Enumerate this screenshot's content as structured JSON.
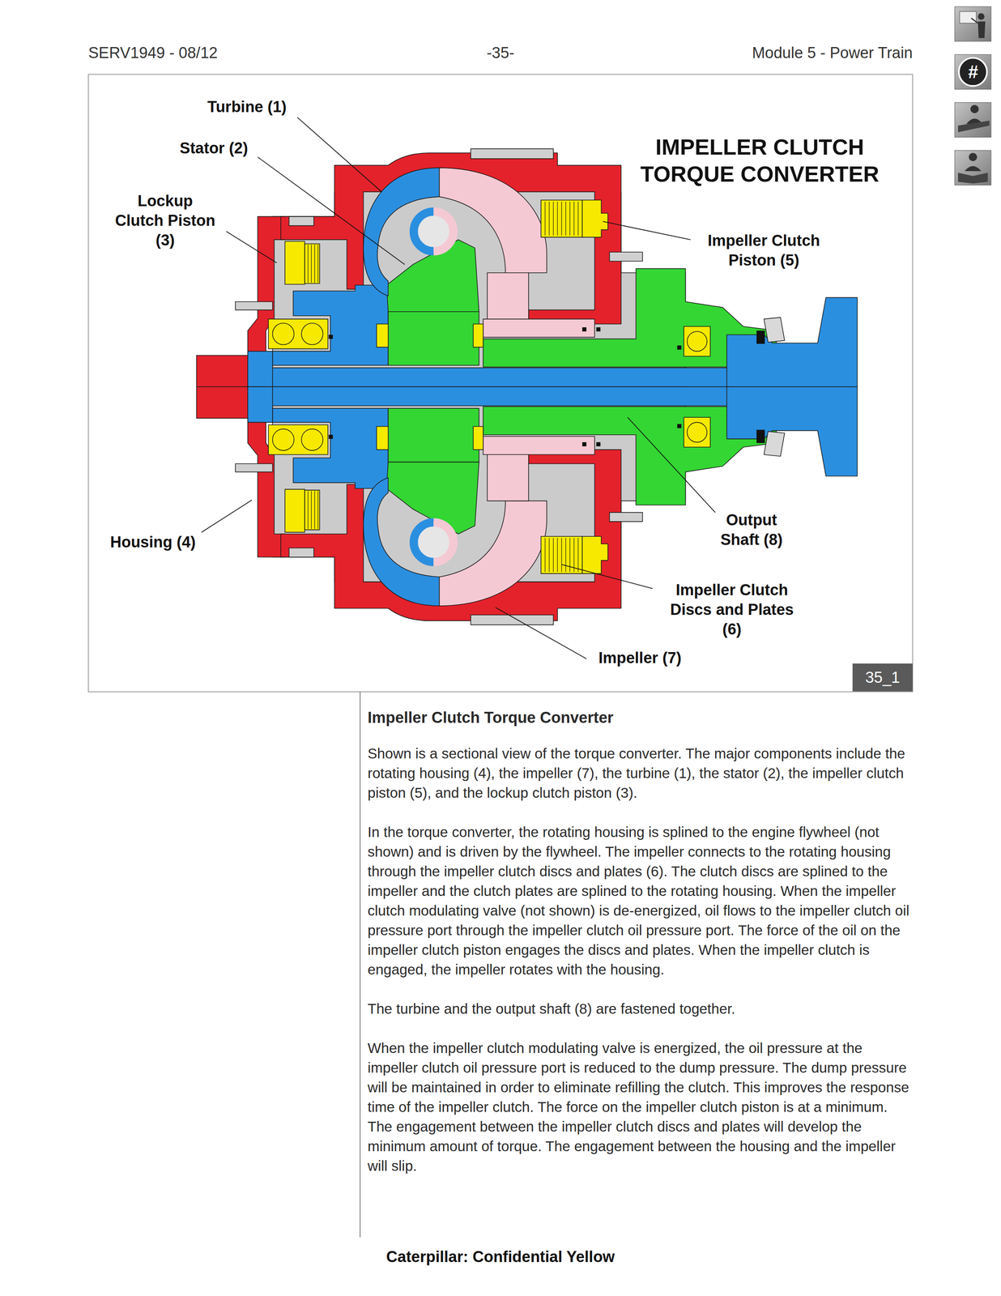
{
  "diagram": {
    "title": "IMPELLER CLUTCH TORQUE CONVERTER",
    "nodes": [
      {
        "text": [
          "35_1"
        ]
      }
    ],
    "labels": [
      "SERV1949 - 08/12",
      "-35-",
      "Module 5 - Power Train",
      "#",
      "Turbine (1)",
      "Stator (2)",
      "Lockup Clutch Piston (3)",
      "Housing (4)",
      "Impeller Clutch Piston (5)",
      "Output Shaft (8)",
      "Impeller Clutch Discs and Plates (6)",
      "Impeller (7)",
      "Impeller Clutch Torque Converter",
      "Shown is a sectional view of the torque converter. The major components include the rotating housing (4), the impeller (7), the turbine (1), the stator (2), the impeller clutch piston (5), and the lockup clutch piston (3).",
      "In the torque converter, the rotating housing is splined to the engine flywheel (not shown) and is driven by the flywheel. The impeller connects to the rotating housing through the impeller clutch discs and plates (6). The clutch discs are splined to the impeller and the clutch plates are splined to the rotating housing. When the impeller clutch modulating valve (not shown) is de-energized, oil flows to the impeller clutch oil pressure port through the impeller clutch oil pressure port. The force of the oil on the impeller clutch piston engages the discs and plates. When the impeller clutch is engaged, the impeller rotates with the housing.",
      "The turbine and the output shaft (8) are fastened together.",
      "When the impeller clutch modulating valve is energized, the oil pressure at the impeller clutch oil pressure port is reduced to the dump pressure. The dump pressure will be maintained in order to eliminate refilling the clutch. This improves the response time of the impeller clutch. The force on the impeller clutch piston is at a minimum. The engagement between the impeller clutch discs and plates will develop the minimum amount of torque. The engagement between the housing and the impeller will slip.",
      "Caterpillar: Confidential Yellow"
    ]
  }
}
